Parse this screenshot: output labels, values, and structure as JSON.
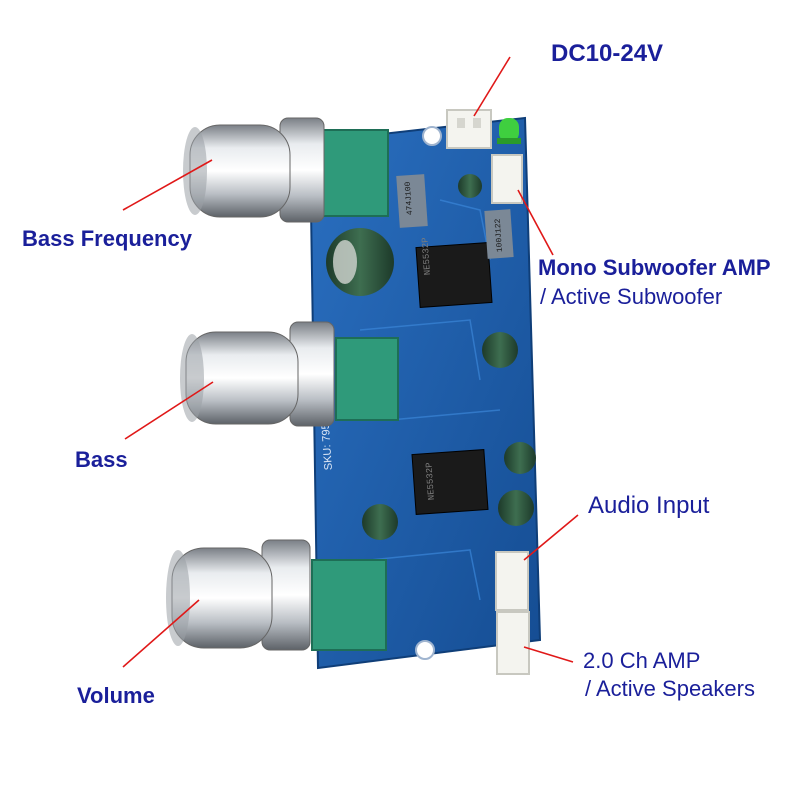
{
  "labels": {
    "power": "DC10-24V",
    "bass_frequency": "Bass Frequency",
    "bass": "Bass",
    "volume": "Volume",
    "mono_line1": "Mono Subwoofer AMP",
    "mono_line2": "/  Active Subwoofer",
    "audio_input": "Audio Input",
    "amp_line1": "2.0 Ch AMP",
    "amp_line2": "/  Active Speakers"
  },
  "board_text": {
    "sku": "SKU: 7958",
    "chip": "NE5532P",
    "part_a": "474J100",
    "part_b": "100J122"
  },
  "colors": {
    "label_text": "#1a1f9a",
    "pointer_line": "#e01818",
    "pcb": "#1f5fae",
    "potentiometer": "#2f9a7a",
    "led": "#3fcf3f"
  }
}
